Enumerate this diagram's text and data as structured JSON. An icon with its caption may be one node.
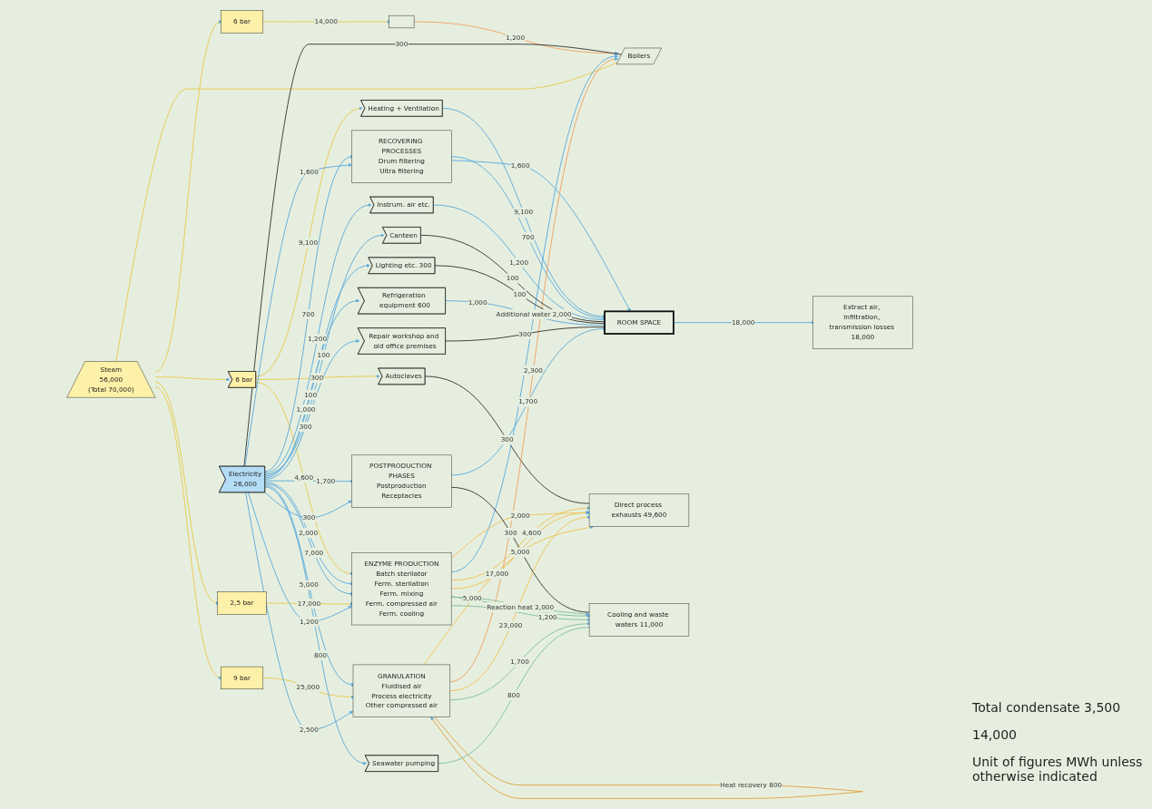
{
  "diagram": {
    "nodes": [
      {
        "text": [
          "Steam",
          "56,000",
          "(Total 70,000)"
        ]
      },
      {
        "text": [
          "6 bar"
        ]
      },
      {
        "text": [
          "6 bar"
        ]
      },
      {
        "text": [
          "2,5 bar"
        ]
      },
      {
        "text": [
          "9 bar"
        ]
      },
      {
        "text": [
          "Boilers"
        ]
      },
      {
        "text": [],
        "shape": "box"
      },
      {
        "text": [
          "Heating + Ventilation"
        ]
      },
      {
        "text": [
          "Autoclaves"
        ]
      },
      {
        "text": [
          "ENZYME PRODUCTION",
          "Batch sterilator",
          "Ferm. sterilation",
          "Ferm. mixing",
          "Ferm. compressed air",
          "Ferm. cooling"
        ]
      },
      {
        "text": [
          "RECOVERING PROCESSES",
          "Drum filtering",
          "Ultra filtering"
        ]
      },
      {
        "text": [
          "POSTPRODUCTION PHASES",
          "Postproduction",
          "Receptacles"
        ]
      },
      {
        "text": [
          "GRANULATION",
          "Fluidised air",
          "Process electricity",
          "Other compressed air"
        ]
      },
      {
        "text": [
          "Electricity",
          "26,000"
        ]
      },
      {
        "text": [
          "Instrum. air etc."
        ]
      },
      {
        "text": [
          "Canteen"
        ]
      },
      {
        "text": [
          "Lighting etc. 300"
        ]
      },
      {
        "text": [
          "Seawater pumping"
        ]
      },
      {
        "text": [
          "Refrigeration equipment 600"
        ]
      },
      {
        "text": [
          "Repair workshop and old office premises"
        ]
      },
      {
        "text": [
          "ROOM SPACE"
        ]
      },
      {
        "text": [
          "Extract air, infiltration, transmission losses 18,000"
        ]
      },
      {
        "text": [
          "Direct process exhausts 49,600"
        ]
      },
      {
        "text": [
          "Cooling and waste waters 11,000"
        ]
      }
    ],
    "edges": [
      {
        "from": 5,
        "to": 0,
        "arrow": "none",
        "color": "#e8c84a"
      },
      {
        "from": 0,
        "to": 1,
        "arrow": "to",
        "color": "#e8c84a"
      },
      {
        "from": 0,
        "to": 2,
        "arrow": "to",
        "color": "#e8c84a"
      },
      {
        "from": 0,
        "to": 3,
        "arrow": "to",
        "color": "#e8c84a"
      },
      {
        "from": 0,
        "to": 4,
        "arrow": "to",
        "color": "#e8c84a"
      },
      {
        "from": 1,
        "to": 6,
        "label": "14,000",
        "arrow": "to",
        "color": "#e8c84a"
      },
      {
        "from": 6,
        "to": 5,
        "label": "1,200",
        "arrow": "to",
        "color": "#f0a060"
      },
      {
        "from": 2,
        "to": 7,
        "label": "9,100",
        "arrow": "to",
        "color": "#e8c84a"
      },
      {
        "from": 2,
        "to": 8,
        "label": "300",
        "arrow": "to",
        "color": "#e8c84a"
      },
      {
        "from": 2,
        "to": 9,
        "label": "4,600",
        "arrow": "to",
        "color": "#e8c84a"
      },
      {
        "from": 3,
        "to": 9,
        "label": "17,000",
        "arrow": "to",
        "color": "#e8c84a"
      },
      {
        "from": 4,
        "to": 12,
        "label": "25,000",
        "arrow": "to",
        "color": "#e8c84a"
      },
      {
        "from": 13,
        "to": 5,
        "label": "300",
        "arrow": "none",
        "color": "#333333"
      },
      {
        "from": 13,
        "to": 9,
        "label": "2,000",
        "arrow": "to"
      },
      {
        "from": 13,
        "to": 9,
        "label": "7,000",
        "arrow": "to"
      },
      {
        "from": 13,
        "to": 9,
        "label": "1,200",
        "arrow": "to"
      },
      {
        "from": 13,
        "to": 10,
        "label": "700",
        "arrow": "to"
      },
      {
        "from": 13,
        "to": 10,
        "label": "1,600",
        "arrow": "to"
      },
      {
        "from": 13,
        "to": 11,
        "label": "1,700",
        "arrow": "to"
      },
      {
        "from": 13,
        "to": 11,
        "label": "300",
        "arrow": "to"
      },
      {
        "from": 13,
        "to": 12,
        "label": "5,000",
        "arrow": "to"
      },
      {
        "from": 13,
        "to": 12,
        "label": "2,500",
        "arrow": "to"
      },
      {
        "from": 13,
        "to": 14,
        "label": "1,200",
        "arrow": "to"
      },
      {
        "from": 13,
        "to": 15,
        "label": "100",
        "arrow": "to"
      },
      {
        "from": 13,
        "to": 16,
        "label": "100",
        "arrow": "to"
      },
      {
        "from": 13,
        "to": 17,
        "label": "800",
        "arrow": "to"
      },
      {
        "from": 13,
        "to": 18,
        "label": "1,000",
        "arrow": "to"
      },
      {
        "from": 13,
        "to": 19,
        "label": "300",
        "arrow": "to"
      },
      {
        "from": 7,
        "to": 20,
        "label": "9,100",
        "arrow": "to"
      },
      {
        "from": 20,
        "to": 21,
        "label": "18,000",
        "arrow": "to"
      },
      {
        "from": 8,
        "to": 22,
        "label": "300",
        "arrow": "none",
        "color": "#333333"
      },
      {
        "from": 9,
        "to": 5,
        "label": "Additional water 2,000",
        "arrow": "to"
      },
      {
        "from": 9,
        "to": 22,
        "label": "4,600",
        "arrow": "to",
        "color": "#f0c050"
      },
      {
        "from": 9,
        "to": 22,
        "label": "17,000",
        "arrow": "to",
        "color": "#f0c050"
      },
      {
        "from": 9,
        "to": 22,
        "label": "2,000",
        "arrow": "to",
        "color": "#f0c050"
      },
      {
        "from": 9,
        "to": 23,
        "label": "5,000",
        "arrow": "to",
        "color": "#7fbf98"
      },
      {
        "from": 9,
        "to": 23,
        "label": "1,200",
        "arrow": "to",
        "color": "#7fbf98"
      },
      {
        "from": 9,
        "to": 23,
        "label": "Reaction heat 2,000",
        "arrow": "to",
        "color": "#7fbf98"
      },
      {
        "from": 10,
        "to": 20,
        "label": "700",
        "arrow": "to"
      },
      {
        "from": 10,
        "to": 20,
        "label": "1,600",
        "arrow": "to"
      },
      {
        "from": 11,
        "to": 20,
        "label": "1,700",
        "arrow": "to"
      },
      {
        "from": 11,
        "to": 23,
        "label": "300",
        "arrow": "none",
        "color": "#333333"
      },
      {
        "from": 12,
        "to": 5,
        "label": "2,300",
        "arrow": "to",
        "color": "#f0a060"
      },
      {
        "from": 12,
        "to": 22,
        "label": "23,000",
        "arrow": "to",
        "color": "#f0c050"
      },
      {
        "from": 12,
        "to": 22,
        "label": "5,000",
        "arrow": "to",
        "color": "#f0c050"
      },
      {
        "from": 12,
        "to": 12,
        "label": "Heat recovery 800",
        "arrow": "to",
        "color": "#e0a040"
      },
      {
        "from": 12,
        "to": 23,
        "label": "1,700",
        "arrow": "to",
        "color": "#7fbf98"
      },
      {
        "from": 14,
        "to": 20,
        "label": "1,200",
        "arrow": "none"
      },
      {
        "from": 15,
        "to": 20,
        "label": "100",
        "arrow": "none",
        "color": "#333333"
      },
      {
        "from": 16,
        "to": 20,
        "label": "100",
        "arrow": "none",
        "color": "#333333"
      },
      {
        "from": 17,
        "to": 23,
        "label": "800",
        "arrow": "none",
        "color": "#7fbf98"
      },
      {
        "from": 18,
        "to": 20,
        "label": "1,000",
        "arrow": "none"
      },
      {
        "from": 19,
        "to": 20,
        "label": "300",
        "arrow": "none",
        "color": "#333333"
      }
    ],
    "labels": [
      "Total condensate 3,500",
      "14,000",
      "Unit of figures MWh unless otherwise indicated"
    ]
  }
}
